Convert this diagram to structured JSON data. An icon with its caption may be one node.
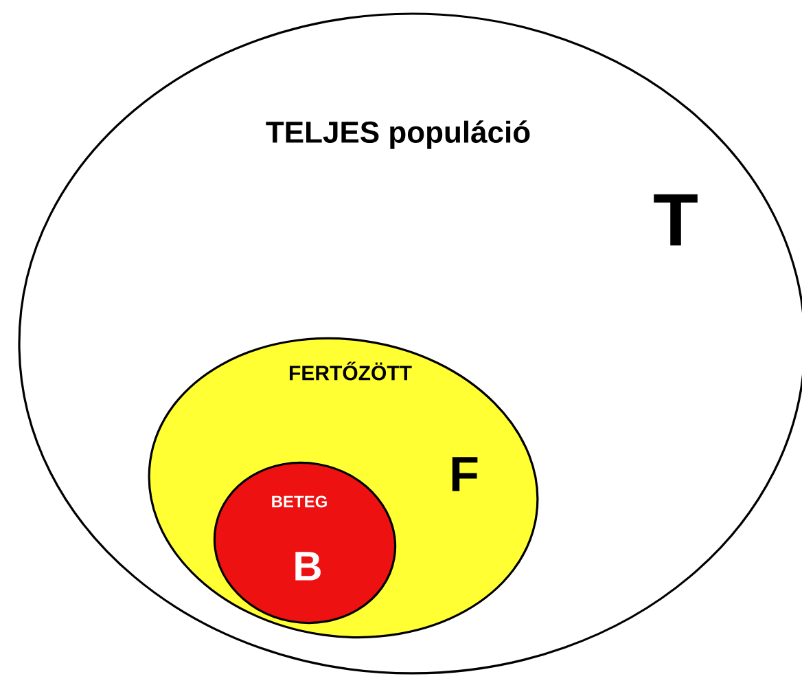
{
  "diagram": {
    "nodes": [
      {
        "text": [
          "TELJES populáció",
          "T"
        ]
      },
      {
        "text": [
          "FERTŐZÖTT",
          "F"
        ],
        "in": 0
      },
      {
        "text": [
          "BETEG",
          "B"
        ],
        "in": 1
      }
    ]
  }
}
